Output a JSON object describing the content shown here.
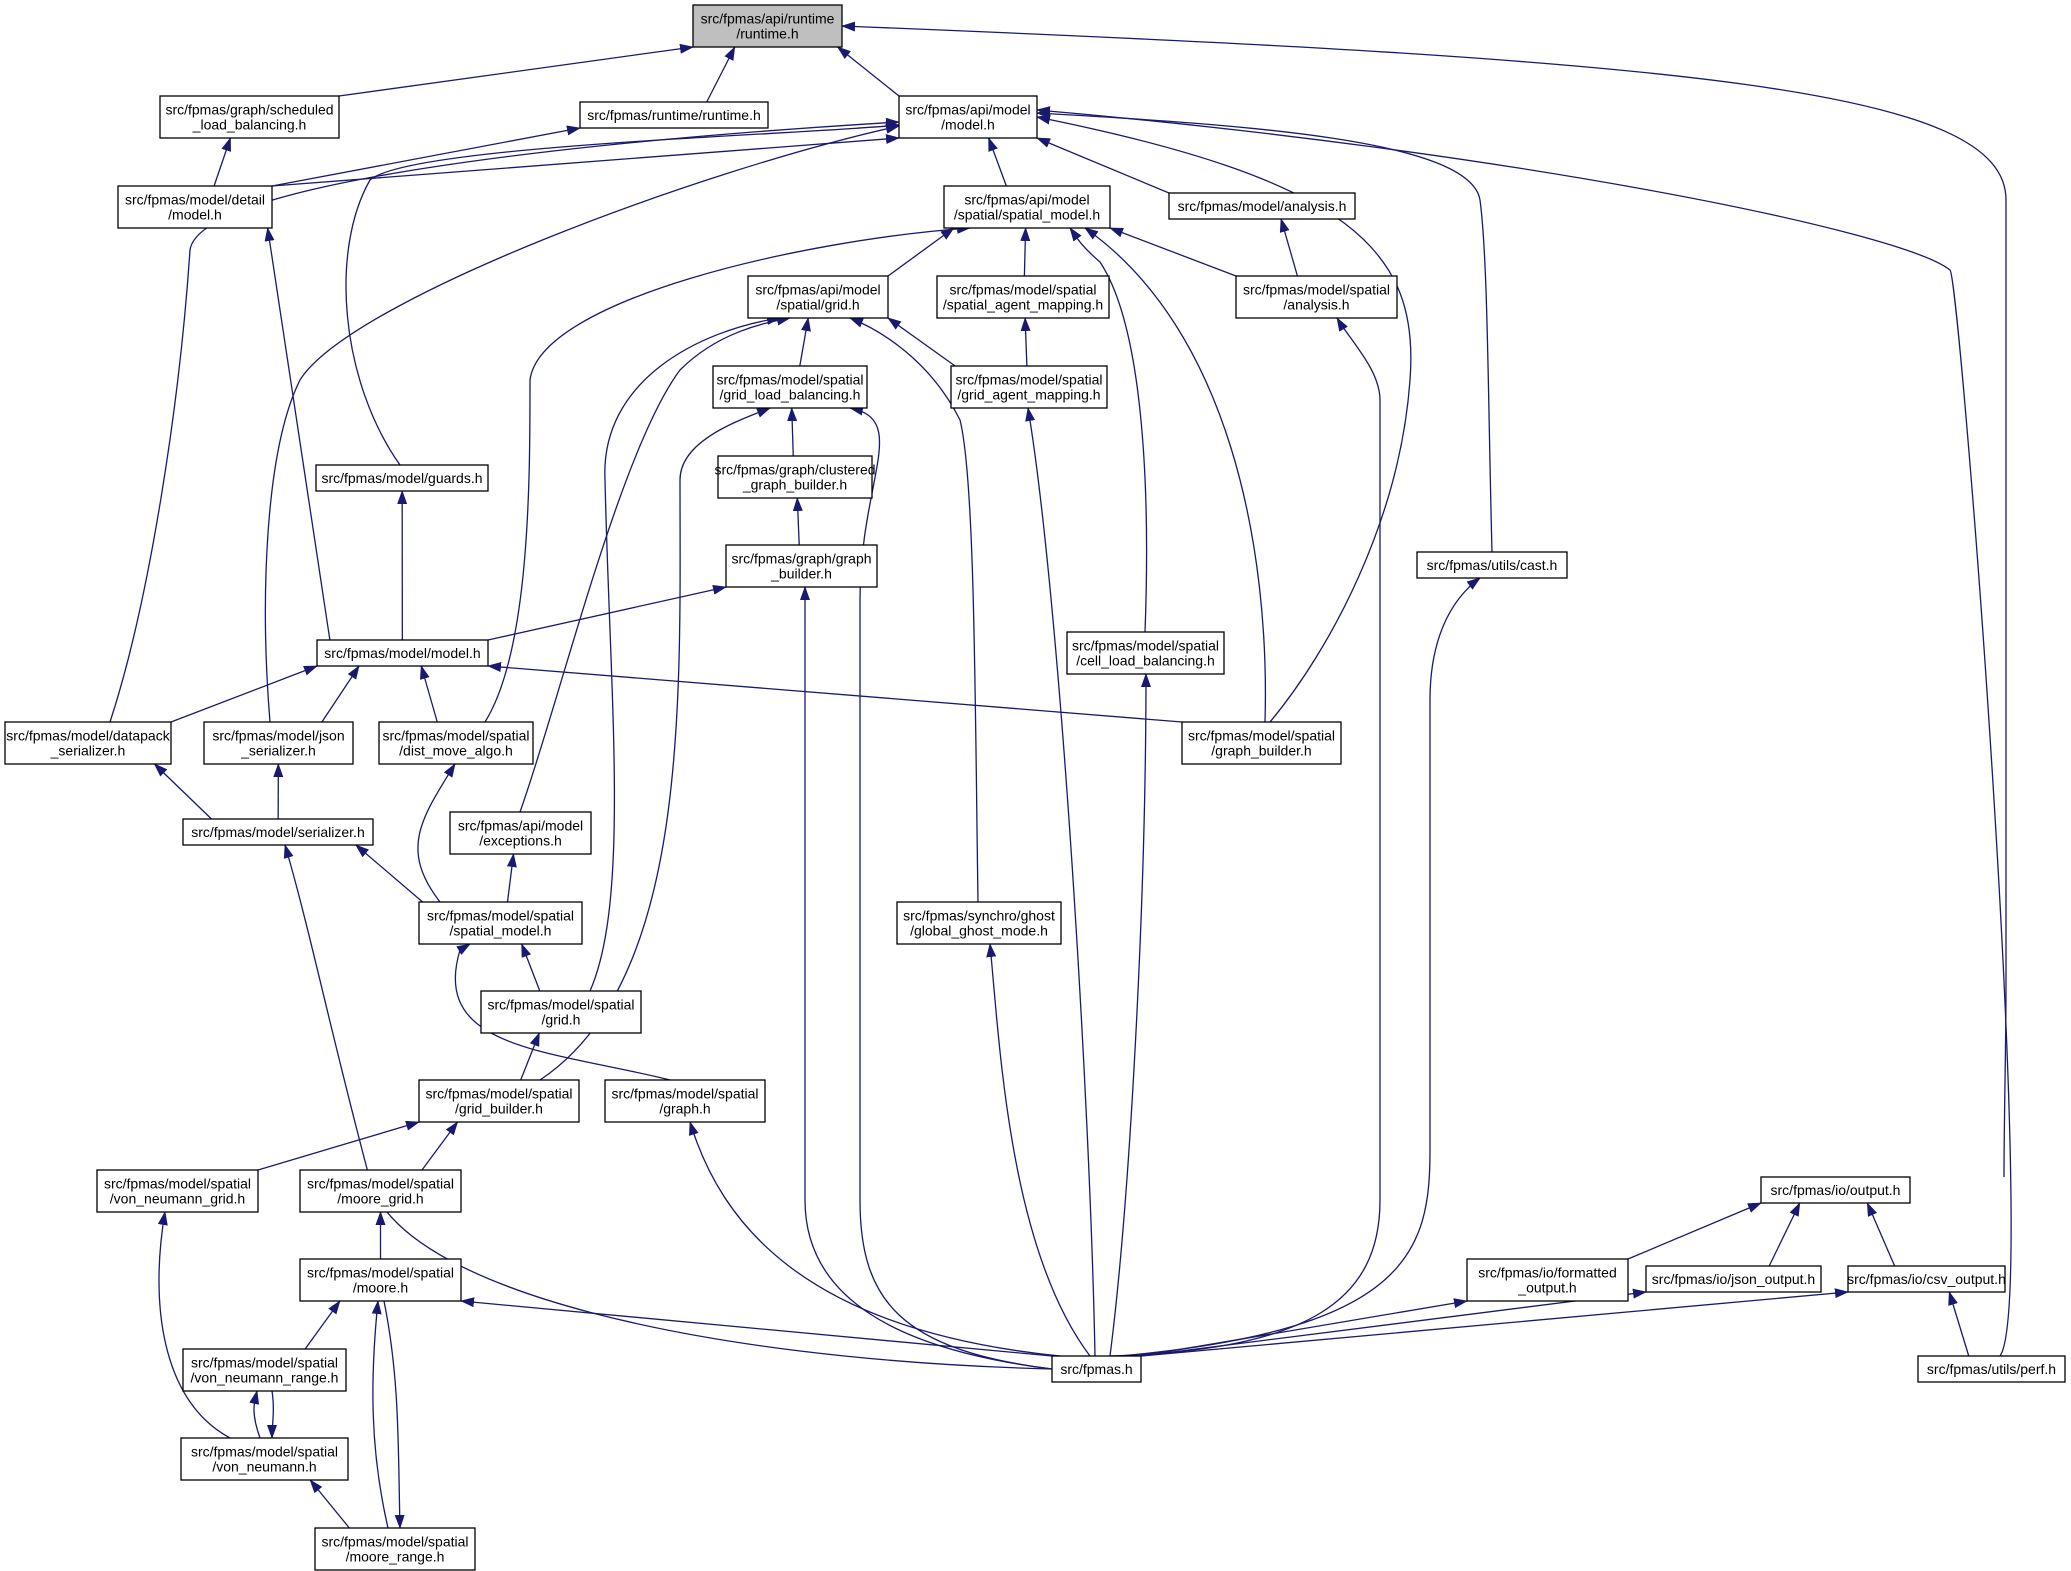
{
  "colors": {
    "edge": "#191970",
    "root_fill": "#bfbfbf",
    "node_fill": "#ffffff",
    "border": "#000000"
  },
  "nodes": [
    {
      "id": "api_runtime",
      "lines": [
        "src/fpmas/api/runtime",
        "/runtime.h"
      ],
      "root": true
    },
    {
      "id": "graph_sched_lb",
      "lines": [
        "src/fpmas/graph/scheduled",
        "_load_balancing.h"
      ]
    },
    {
      "id": "runtime_runtime",
      "lines": [
        "src/fpmas/runtime/runtime.h"
      ]
    },
    {
      "id": "api_model",
      "lines": [
        "src/fpmas/api/model",
        "/model.h"
      ]
    },
    {
      "id": "model_detail",
      "lines": [
        "src/fpmas/model/detail",
        "/model.h"
      ]
    },
    {
      "id": "api_spatial_model",
      "lines": [
        "src/fpmas/api/model",
        "/spatial/spatial_model.h"
      ]
    },
    {
      "id": "model_analysis",
      "lines": [
        "src/fpmas/model/analysis.h"
      ]
    },
    {
      "id": "api_grid",
      "lines": [
        "src/fpmas/api/model",
        "/spatial/grid.h"
      ]
    },
    {
      "id": "spatial_agent_mapping",
      "lines": [
        "src/fpmas/model/spatial",
        "/spatial_agent_mapping.h"
      ]
    },
    {
      "id": "spatial_analysis",
      "lines": [
        "src/fpmas/model/spatial",
        "/analysis.h"
      ]
    },
    {
      "id": "grid_lb",
      "lines": [
        "src/fpmas/model/spatial",
        "/grid_load_balancing.h"
      ]
    },
    {
      "id": "grid_agent_mapping",
      "lines": [
        "src/fpmas/model/spatial",
        "/grid_agent_mapping.h"
      ]
    },
    {
      "id": "guards",
      "lines": [
        "src/fpmas/model/guards.h"
      ]
    },
    {
      "id": "clustered_gb",
      "lines": [
        "src/fpmas/graph/clustered",
        "_graph_builder.h"
      ]
    },
    {
      "id": "graph_gb",
      "lines": [
        "src/fpmas/graph/graph",
        "_builder.h"
      ]
    },
    {
      "id": "utils_cast",
      "lines": [
        "src/fpmas/utils/cast.h"
      ]
    },
    {
      "id": "model_model",
      "lines": [
        "src/fpmas/model/model.h"
      ]
    },
    {
      "id": "cell_lb",
      "lines": [
        "src/fpmas/model/spatial",
        "/cell_load_balancing.h"
      ]
    },
    {
      "id": "datapack",
      "lines": [
        "src/fpmas/model/datapack",
        "_serializer.h"
      ]
    },
    {
      "id": "json_ser",
      "lines": [
        "src/fpmas/model/json",
        "_serializer.h"
      ]
    },
    {
      "id": "dist_move",
      "lines": [
        "src/fpmas/model/spatial",
        "/dist_move_algo.h"
      ]
    },
    {
      "id": "spatial_gb",
      "lines": [
        "src/fpmas/model/spatial",
        "/graph_builder.h"
      ]
    },
    {
      "id": "serializer",
      "lines": [
        "src/fpmas/model/serializer.h"
      ]
    },
    {
      "id": "exceptions",
      "lines": [
        "src/fpmas/api/model",
        "/exceptions.h"
      ]
    },
    {
      "id": "spatial_model",
      "lines": [
        "src/fpmas/model/spatial",
        "/spatial_model.h"
      ]
    },
    {
      "id": "ghost",
      "lines": [
        "src/fpmas/synchro/ghost",
        "/global_ghost_mode.h"
      ]
    },
    {
      "id": "spatial_grid",
      "lines": [
        "src/fpmas/model/spatial",
        "/grid.h"
      ]
    },
    {
      "id": "grid_builder",
      "lines": [
        "src/fpmas/model/spatial",
        "/grid_builder.h"
      ]
    },
    {
      "id": "spatial_graph",
      "lines": [
        "src/fpmas/model/spatial",
        "/graph.h"
      ]
    },
    {
      "id": "vn_grid",
      "lines": [
        "src/fpmas/model/spatial",
        "/von_neumann_grid.h"
      ]
    },
    {
      "id": "moore_grid",
      "lines": [
        "src/fpmas/model/spatial",
        "/moore_grid.h"
      ]
    },
    {
      "id": "io_output",
      "lines": [
        "src/fpmas/io/output.h"
      ]
    },
    {
      "id": "moore",
      "lines": [
        "src/fpmas/model/spatial",
        "/moore.h"
      ]
    },
    {
      "id": "formatted",
      "lines": [
        "src/fpmas/io/formatted",
        "_output.h"
      ]
    },
    {
      "id": "json_output",
      "lines": [
        "src/fpmas/io/json_output.h"
      ]
    },
    {
      "id": "csv_output",
      "lines": [
        "src/fpmas/io/csv_output.h"
      ]
    },
    {
      "id": "vn_range",
      "lines": [
        "src/fpmas/model/spatial",
        "/von_neumann_range.h"
      ]
    },
    {
      "id": "fpmas",
      "lines": [
        "src/fpmas.h"
      ]
    },
    {
      "id": "perf",
      "lines": [
        "src/fpmas/utils/perf.h"
      ]
    },
    {
      "id": "von_neumann",
      "lines": [
        "src/fpmas/model/spatial",
        "/von_neumann.h"
      ]
    },
    {
      "id": "moore_range",
      "lines": [
        "src/fpmas/model/spatial",
        "/moore_range.h"
      ]
    }
  ]
}
